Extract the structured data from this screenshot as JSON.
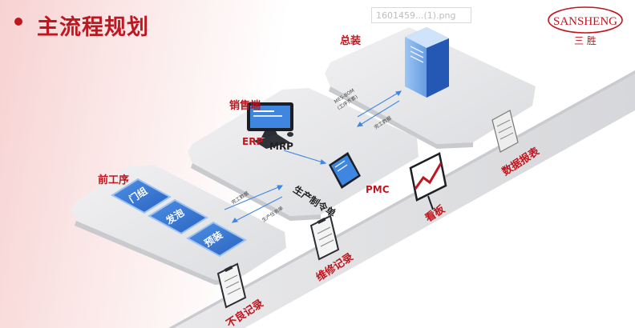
{
  "header": {
    "title": "主流程规划",
    "file_tag": "1601459...(1).png"
  },
  "logo": {
    "brand": "SANSHENG",
    "sub": "三 胜",
    "color": "#c0161f"
  },
  "zones": {
    "final_assembly": {
      "label": "总装"
    },
    "sales": {
      "label": "销售端",
      "erp": "ERP",
      "mrp": "MRP",
      "pmc": "PMC",
      "order": "生产制令单"
    },
    "front_process": {
      "label": "前工序",
      "nodes": [
        "门组",
        "发泡",
        "预装"
      ]
    }
  },
  "flows": {
    "mes_bom": "MES-BOM",
    "mes_bom_sub": "(工序齐套)",
    "report_top": "完工数据",
    "report_left": "完工数据",
    "production_task": "生产任务单"
  },
  "track_items": {
    "bad_record": "不良记录",
    "repair_record": "维修记录",
    "kanban": "看板",
    "data_report": "数据报表"
  },
  "colors": {
    "accent": "#c0161f",
    "node_blue": "#3b7dd8",
    "platform": "#e8e8ea"
  }
}
